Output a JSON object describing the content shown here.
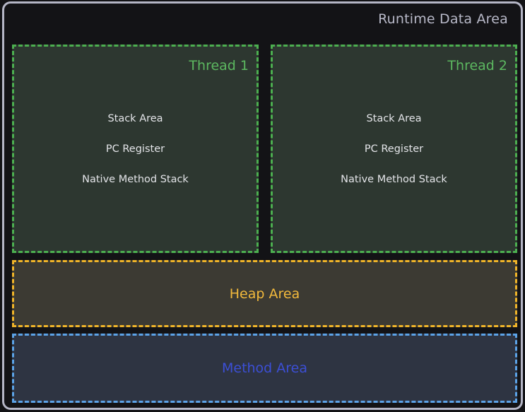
{
  "diagram": {
    "title": "Runtime Data Area",
    "title_color": "#b8b9c8",
    "frame_border_color": "#b5b6c6",
    "background_color": "#131316"
  },
  "threads": [
    {
      "label": "Thread 1",
      "label_color": "#5cb860",
      "border_color": "#4caf50",
      "background_color": "#2d3730",
      "items": [
        "Stack Area",
        "PC Register",
        "Native Method Stack"
      ]
    },
    {
      "label": "Thread 2",
      "label_color": "#5cb860",
      "border_color": "#4caf50",
      "background_color": "#2d3730",
      "items": [
        "Stack Area",
        "PC Register",
        "Native Method Stack"
      ]
    }
  ],
  "heap": {
    "label": "Heap Area",
    "label_color": "#f2b93c",
    "border_color": "#f0b429",
    "background_color": "#3c3a33"
  },
  "method_area": {
    "label": "Method Area",
    "label_color": "#3c4fd6",
    "border_color": "#5ca3e8",
    "background_color": "#2e3442"
  }
}
